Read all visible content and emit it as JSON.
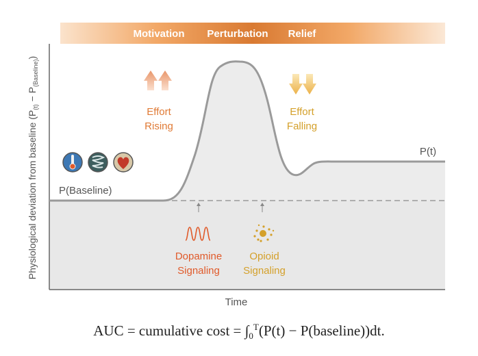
{
  "phase_bar": {
    "labels": [
      "Motivation",
      "Perturbation",
      "Relief"
    ]
  },
  "y_axis_label": {
    "prefix": "Physiological deviation from baseline (P",
    "sub1": "(t)",
    "mid": " − P",
    "sub2": "(Baseline)",
    "suffix": ")"
  },
  "x_axis_label": "Time",
  "curve_labels": {
    "current": "P(t)",
    "baseline": "P(Baseline)"
  },
  "effort": {
    "rising_line1": "Effort",
    "rising_line2": "Rising",
    "falling_line1": "Effort",
    "falling_line2": "Falling"
  },
  "signaling": {
    "dopamine_line1": "Dopamine",
    "dopamine_line2": "Signaling",
    "opioid_line1": "Opioid",
    "opioid_line2": "Signaling"
  },
  "icons": [
    "thermometer-icon",
    "intestine-icon",
    "heart-icon"
  ],
  "formula": {
    "lhs": "AUC = cumulative cost = ",
    "integral": "∫",
    "lower": "0",
    "upper": "T",
    "body": "(P(t) − P(baseline))dt."
  },
  "colors": {
    "orange": "#e07a35",
    "gold": "#d4a02a",
    "dopamine": "#e05a2a",
    "gray_fill": "#e8e8e8",
    "curve": "#9a9a9a"
  }
}
